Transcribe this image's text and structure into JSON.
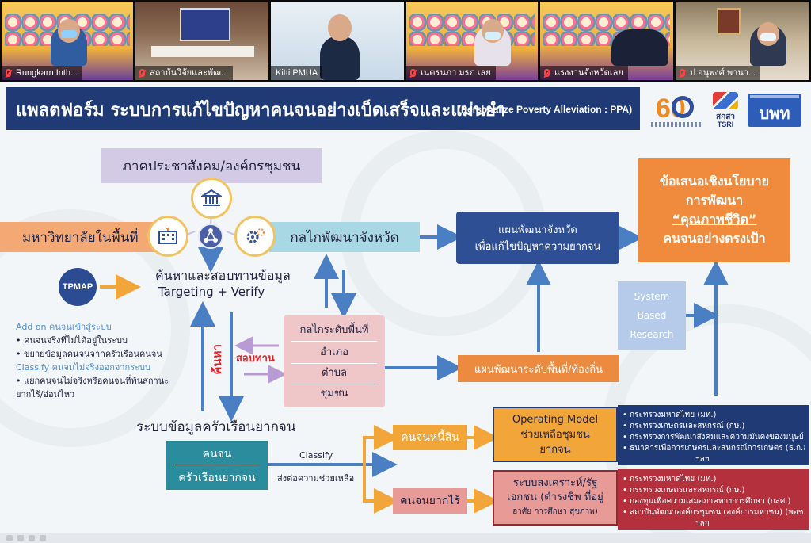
{
  "participants": [
    {
      "name": "Rungkarn Inth...",
      "muted": true
    },
    {
      "name": "สถาบันวิจัยและพัฒ...",
      "muted": true
    },
    {
      "name": "Kitti PMUA",
      "muted": false
    },
    {
      "name": "เนตรนภา มรภ เลย",
      "muted": true
    },
    {
      "name": "แรงงานจังหวัดเลย",
      "muted": true
    },
    {
      "name": "ป.อนุพงศ์ พานา...",
      "muted": true
    }
  ],
  "slide": {
    "title": "แพลตฟอร์ม ระบบการแก้ไขปัญหาคนจนอย่างเบ็ดเสร็จและแม่นยำ",
    "subtitle": "(Personalize Poverty Alleviation : PPA)",
    "logos": {
      "sixty": "60",
      "tsri_th": "สกสว",
      "tsri_en": "TSRI",
      "pmua": "บพท"
    },
    "civil_society": "ภาคประชาสังคม/องค์กรชุมชน",
    "university": "มหาวิทยาลัยในพื้นที่",
    "provincial_mechanism": "กลไกพัฒนาจังหวัด",
    "provincial_plan_l1": "แผนพัฒนาจังหวัด",
    "provincial_plan_l2": "เพื่อแก้ไขปัญหาความยากจน",
    "policy_l1": "ข้อเสนอเชิงนโยบาย",
    "policy_l2": "การพัฒนา",
    "policy_l3": "“คุณภาพชีวิต”",
    "policy_l4": "คนจนอย่างตรงเป้า",
    "system_l1": "System",
    "system_l2": "Based",
    "system_l3": "Research",
    "tpmap": "TPMAP",
    "search_verify": "ค้นหาและสอบทานข้อมูล",
    "targeting_verify": "Targeting + Verify",
    "add_on": "Add on คนจนเข้าสู่ระบบ",
    "add_items": [
      "• คนจนจริงที่ไม่ได้อยู่ในระบบ",
      "• ขยายข้อมูลคนจนจากครัวเรือนคนจน"
    ],
    "classify_heading": "Classify คนจนไม่จริงออกจากระบบ",
    "classify_items": [
      "• แยกคนจนไม่จริงหรือคนจนที่พ้นสถานะ",
      "  ยากไร้/อ่อนไหว"
    ],
    "search_vertical": "ค้นหา",
    "review": "สอบทาน",
    "local_mechanism": "กลไกระดับพื้นที่",
    "district": "อำเภอ",
    "subdistrict": "ตำบล",
    "community": "ชุมชน",
    "local_plan": "แผนพัฒนาระดับพื้นที่/ท้องถิ่น",
    "household_system": "ระบบข้อมูลครัวเรือนยากจน",
    "poor_people": "คนจน",
    "poor_households": "ครัวเรือนยากจน",
    "classify": "Classify",
    "send_help": "ส่งต่อความช่วยเหลือ",
    "in_debt": "คนจนหนี้สิน",
    "destitute": "คนจนยากไร้",
    "op_l1": "Operating Model",
    "op_l2": "ช่วยเหลือชุมชน",
    "op_l3": "ยากจน",
    "welfare_l1": "ระบบสงเคราะห์/รัฐ",
    "welfare_l2": "เอกชน (ดำรงชีพ ที่อยู่",
    "welfare_l3": "อาศัย การศึกษา สุขภาพ)",
    "debt_agencies": [
      "• กระทรวงมหาดไทย (มท.)",
      "• กระทรวงเกษตรและสหกรณ์ (กษ.)",
      "• กระทรวงการพัฒนาสังคมและความมั่นคงของมนุษย์ (พม.)",
      "• ธนาคารเพื่อการเกษตรและสหกรณ์การเกษตร (ธ.ก.ส.)",
      "ฯลฯ"
    ],
    "welfare_agencies": [
      "• กระทรวงมหาดไทย (มท.)",
      "• กระทรวงเกษตรและสหกรณ์ (กษ.)",
      "• กองทุนเพื่อความเสมอภาคทางการศึกษา (กสศ.)",
      "• สถาบันพัฒนาองค์กรชุมชน (องค์การมหาชน) (พอช.)",
      "ฯลฯ"
    ]
  },
  "colors": {
    "header": "#1f3a75",
    "orange": "#f08a3c",
    "teal": "#2a8c9c",
    "lavender": "#d3cbe6",
    "light_blue": "#a8d8e4",
    "pink": "#efc7c9",
    "red_text": "#e0262a",
    "arrow_blue": "#4a7fc4",
    "arrow_orange": "#f2a63a",
    "arrow_lilac": "#b99bd4"
  }
}
